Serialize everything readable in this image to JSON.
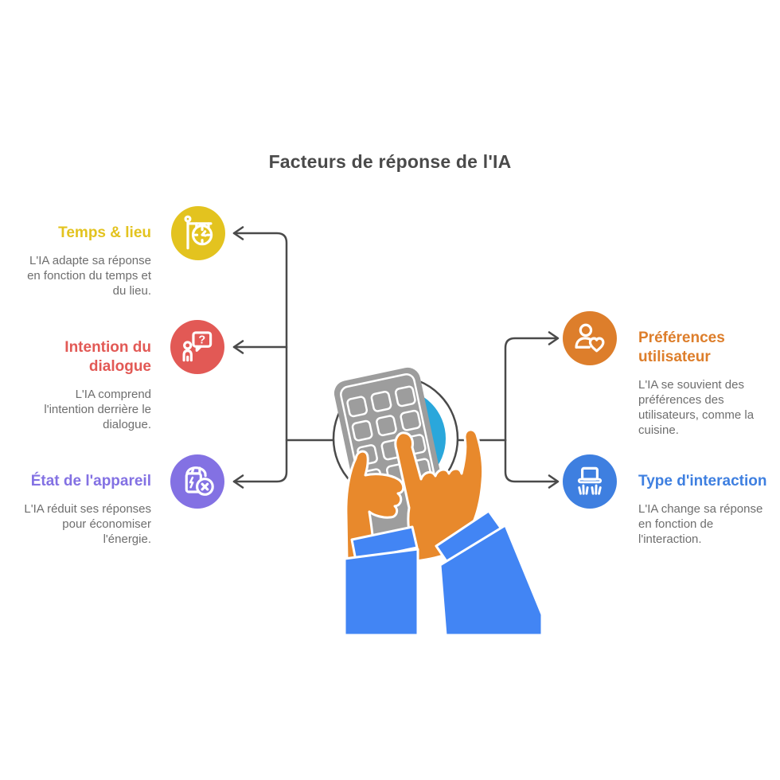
{
  "title": "Facteurs de réponse de l'IA",
  "colors": {
    "title_text": "#4A4A4A",
    "body_text": "#6E6E6E",
    "connector": "#4A4A4A",
    "center_circle_fill": "#2AA7DB",
    "hand": "#E8892C",
    "sleeve": "#4285F4",
    "phone": "#9D9D9D"
  },
  "factors_left": [
    {
      "heading": "Temps & lieu",
      "description": "L'IA adapte sa réponse\nen fonction du temps et\ndu lieu.",
      "color": "#E3C31F",
      "icon": "hanging-clock-icon"
    },
    {
      "heading": "Intention du\ndialogue",
      "description": "L'IA comprend\nl'intention derrière le\ndialogue.",
      "color": "#E25955",
      "icon": "person-question-icon"
    },
    {
      "heading": "État de l'appareil",
      "description": "L'IA réduit ses réponses\npour économiser\nl'énergie.",
      "color": "#8371E3",
      "icon": "device-power-off-icon"
    }
  ],
  "factors_right": [
    {
      "heading": "Préférences\nutilisateur",
      "description": "L'IA se souvient des\npréférences des\nutilisateurs, comme la\ncuisine.",
      "color": "#DD7E2B",
      "icon": "user-heart-icon"
    },
    {
      "heading": "Type d'interaction",
      "description": "L'IA change sa réponse\nen fonction de\nl'interaction.",
      "color": "#3E7FE0",
      "icon": "laptop-typing-icon"
    }
  ],
  "center_illustration": "hands-typing-on-phone",
  "question_mark": "?"
}
